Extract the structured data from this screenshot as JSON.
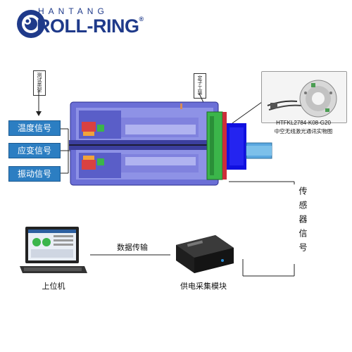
{
  "logo": {
    "top_text": "HANTANG",
    "main_text": "ROLL-RING",
    "reg_mark": "®",
    "brand_color": "#1f3a8a"
  },
  "labels": {
    "test_type": "测试类型",
    "stator_tooling": "定子工装",
    "right_signal": "传感器信号",
    "data_transfer": "数据传输",
    "host_computer": "上位机",
    "power_acq_module": "供电采集模块"
  },
  "signals": [
    "温度信号",
    "应变信号",
    "振动信号"
  ],
  "photo": {
    "model": "HTFKL2784-K08-G20",
    "caption": "中空无线激光通讯实物图"
  },
  "colors": {
    "signal_box": "#2c7ec2",
    "housing": "#6b6fd6",
    "flange_green": "#3bb54a",
    "rotor_blue": "#1010e0",
    "shaft_blue": "#5aa8e0"
  }
}
